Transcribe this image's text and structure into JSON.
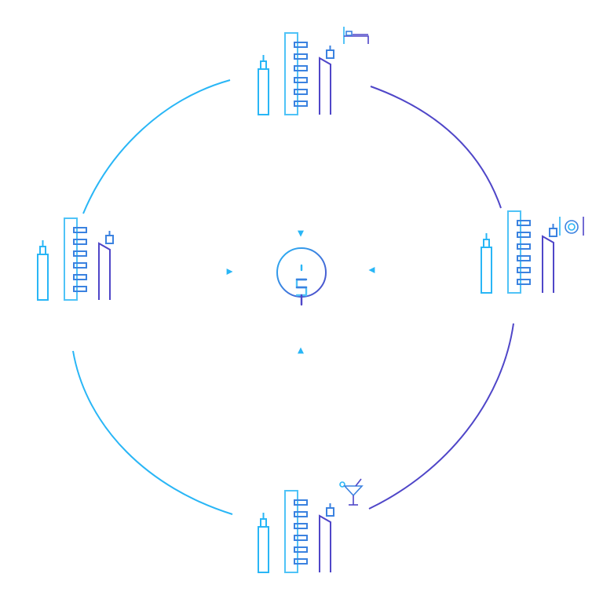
{
  "colors": {
    "cyan": "#29b6f6",
    "indigo": "#4f46c8",
    "cyan_light": "#4fc3f7",
    "background": "#ffffff"
  },
  "center": {
    "icon": "dollar-icon",
    "glyph": "$"
  },
  "nodes": [
    {
      "id": "top",
      "icon": "city-buildings-icon",
      "badge_icon": "bed-icon"
    },
    {
      "id": "right",
      "icon": "city-buildings-icon",
      "badge_icon": "dining-plate-icon"
    },
    {
      "id": "bottom",
      "icon": "city-buildings-icon",
      "badge_icon": "cocktail-icon"
    },
    {
      "id": "left",
      "icon": "city-buildings-icon",
      "badge_icon": ""
    }
  ],
  "connectors": [
    {
      "from": "top",
      "to": "center",
      "direction": "down"
    },
    {
      "from": "right",
      "to": "center",
      "direction": "left"
    },
    {
      "from": "bottom",
      "to": "center",
      "direction": "up"
    },
    {
      "from": "left",
      "to": "center",
      "direction": "right"
    }
  ]
}
